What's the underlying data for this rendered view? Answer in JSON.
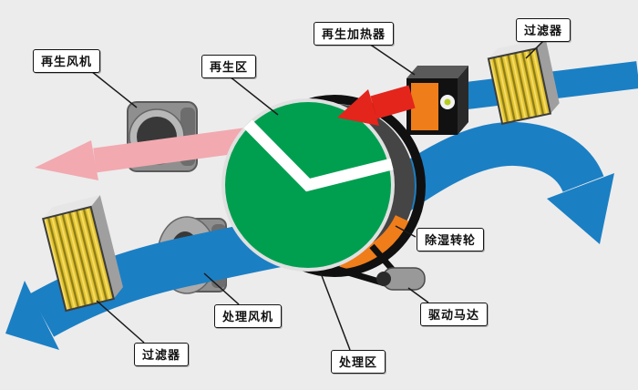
{
  "diagram": {
    "title": "rotary desiccant wheel dehumidifier schematic",
    "labels": {
      "regen_fan": "再生风机",
      "regen_zone": "再生区",
      "regen_heater": "再生加热器",
      "filter_top": "过滤器",
      "dehumidifier_wheel": "除湿转轮",
      "drive_motor": "驱动马达",
      "process_fan": "处理风机",
      "filter_bottom": "过滤器",
      "process_zone": "处理区"
    },
    "colors": {
      "background": "#ececec",
      "process_air_blue": "#1b7fc4",
      "regen_exhaust_pink": "#f2a9b0",
      "hot_air_red": "#e3251c",
      "wheel_green": "#009f50",
      "heater_orange": "#ef7d1a",
      "filter_yellow": "#e5c52e",
      "metal_gray": "#979797"
    }
  }
}
